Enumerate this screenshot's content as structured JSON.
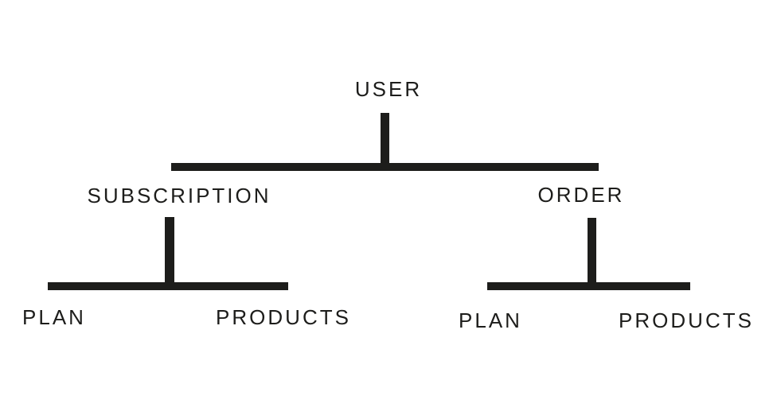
{
  "diagram": {
    "type": "tree",
    "background": "#ffffff",
    "line_color": "#1d1d1b",
    "text_color": "#1d1d1b",
    "root": {
      "label": "USER",
      "children": [
        {
          "label": "SUBSCRIPTION",
          "children": [
            {
              "label": "PLAN"
            },
            {
              "label": "PRODUCTS"
            }
          ]
        },
        {
          "label": "ORDER",
          "children": [
            {
              "label": "PLAN"
            },
            {
              "label": "PRODUCTS"
            }
          ]
        }
      ]
    }
  }
}
